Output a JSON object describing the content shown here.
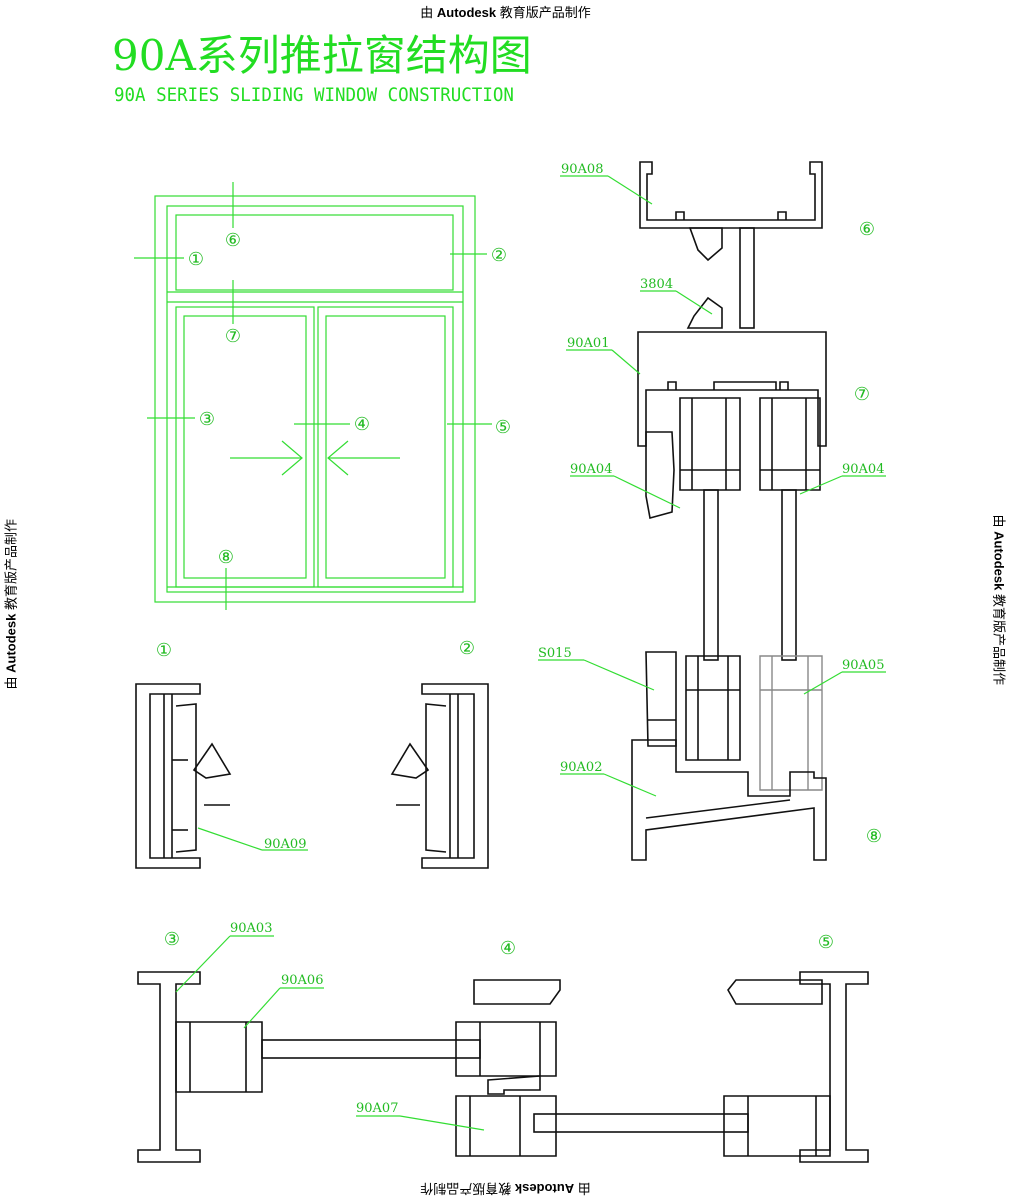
{
  "watermark": {
    "prefix": "由",
    "brand": "Autodesk",
    "suffix": "教育版产品制作"
  },
  "title": {
    "chinese": "90A系列推拉窗结构图",
    "english": "90A SERIES SLIDING WINDOW CONSTRUCTION"
  },
  "elevation_markers": [
    "①",
    "②",
    "⑥",
    "⑦",
    "③",
    "④",
    "⑤",
    "⑧"
  ],
  "section_markers": {
    "s1": "①",
    "s2": "②",
    "s3": "③",
    "s4": "④",
    "s5": "⑤",
    "s6": "⑥",
    "s7": "⑦",
    "s8": "⑧"
  },
  "part_labels": {
    "p90A08": "90A08",
    "p3804": "3804",
    "p90A01": "90A01",
    "p90A04_left": "90A04",
    "p90A04_right": "90A04",
    "pS015": "S015",
    "p90A05": "90A05",
    "p90A02": "90A02",
    "p90A09": "90A09",
    "p90A03": "90A03",
    "p90A06": "90A06",
    "p90A07": "90A07"
  },
  "colors": {
    "annotation": "#22dd22",
    "profile": "#111111"
  }
}
